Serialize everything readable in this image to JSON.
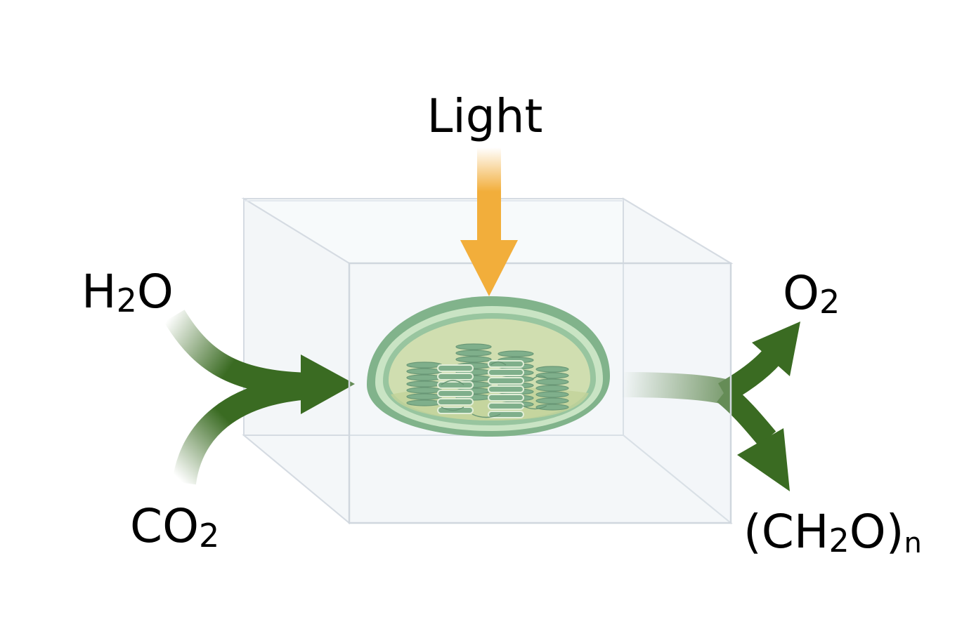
{
  "labels": {
    "light": "Light",
    "water_main": "H",
    "water_sub": "2",
    "water_end": "O",
    "co2_main": "CO",
    "co2_sub": "2",
    "o2_main": "O",
    "o2_sub": "2",
    "carb_open": "(CH",
    "carb_sub2": "2",
    "carb_close": "O)",
    "carb_subn": "n"
  },
  "colors": {
    "light_arrow": "#f2ae3b",
    "green_arrow": "#3a6b22",
    "chloroplast_outer": "#5f9f69",
    "chloroplast_light": "#bfe0b4",
    "stroma": "#c9d99a",
    "thylakoid": "#5c9a68",
    "box_edge": "#d2d8df",
    "box_face": "#eef2f6"
  }
}
